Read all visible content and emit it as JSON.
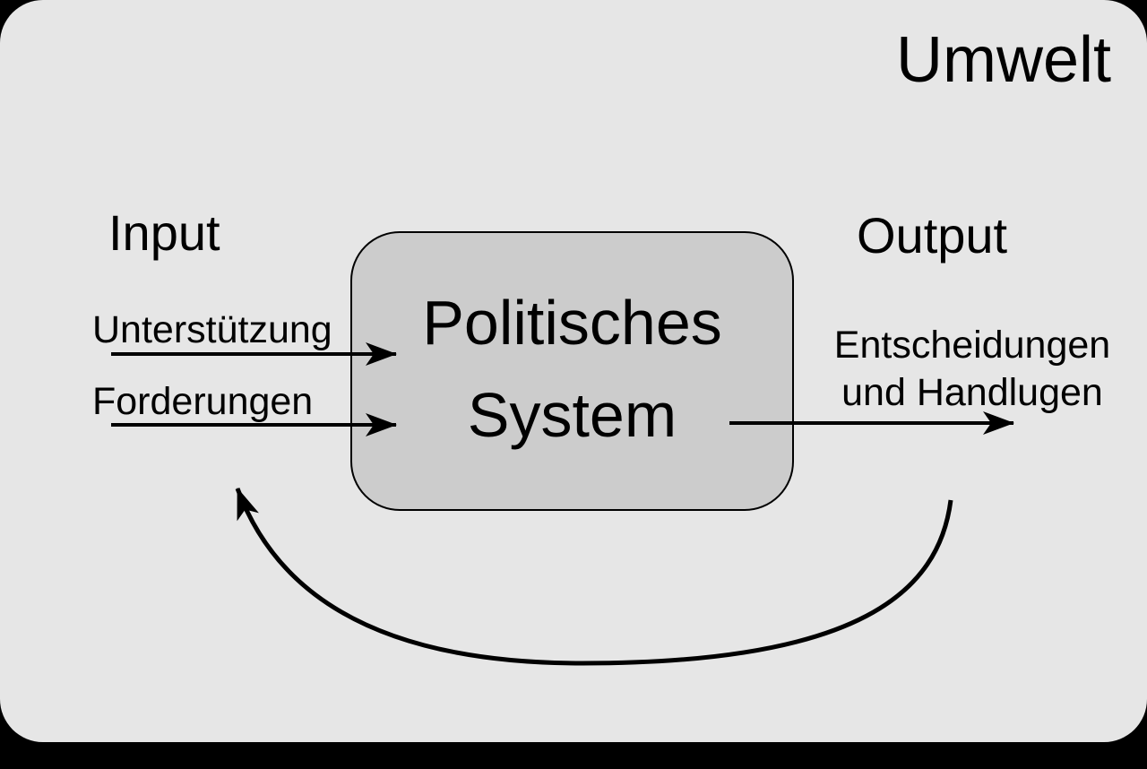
{
  "colors": {
    "canvas_background": "#000000",
    "environment_background": "#e6e6e6",
    "system_box_background": "#cccccc",
    "lines_and_text": "#000000"
  },
  "environment": {
    "label": "Umwelt"
  },
  "input": {
    "label": "Input",
    "arrows": [
      {
        "label": "Unterstützung"
      },
      {
        "label": "Forderungen"
      }
    ]
  },
  "system": {
    "title_line1": "Politisches",
    "title_line2": "System"
  },
  "output": {
    "label": "Output",
    "arrow_label_line1": "Entscheidungen",
    "arrow_label_line2": "und Handlugen"
  }
}
